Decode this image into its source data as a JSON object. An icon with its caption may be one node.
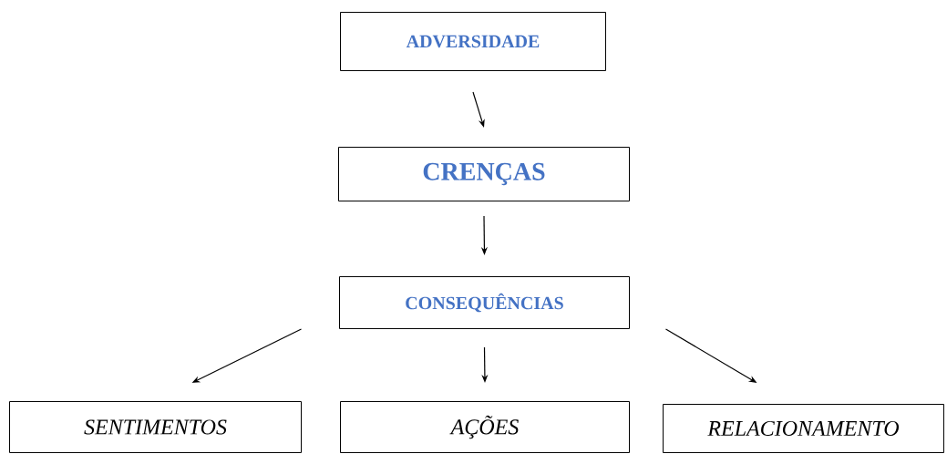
{
  "diagram": {
    "nodes": [
      {
        "text": [
          "ADVERSIDADE"
        ]
      },
      {
        "text": [
          "CRENÇAS"
        ]
      },
      {
        "text": [
          "CONSEQUÊNCIAS"
        ]
      },
      {
        "text": [
          "SENTIMENTOS"
        ]
      },
      {
        "text": [
          "AÇÕES"
        ]
      },
      {
        "text": [
          "RELACIONAMENTO"
        ]
      }
    ],
    "edges": [
      {
        "from": 0,
        "to": 1,
        "arrow": "to"
      },
      {
        "from": 1,
        "to": 2,
        "arrow": "to"
      },
      {
        "from": 2,
        "to": 3,
        "arrow": "to"
      },
      {
        "from": 2,
        "to": 4,
        "arrow": "to"
      },
      {
        "from": 2,
        "to": 5,
        "arrow": "to"
      }
    ]
  }
}
